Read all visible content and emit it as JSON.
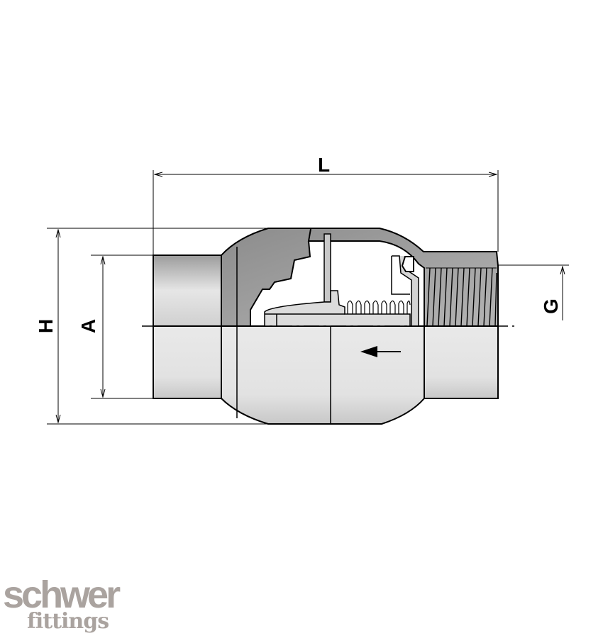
{
  "dimensions": {
    "length": "L",
    "height": "H",
    "socket": "A",
    "thread": "G"
  },
  "logo": {
    "line1": "schwer",
    "line2": "fittings"
  },
  "colors": {
    "shell": "#a0a0a0",
    "body_light": "#e2e2e2",
    "logo": "#aaa39f"
  }
}
